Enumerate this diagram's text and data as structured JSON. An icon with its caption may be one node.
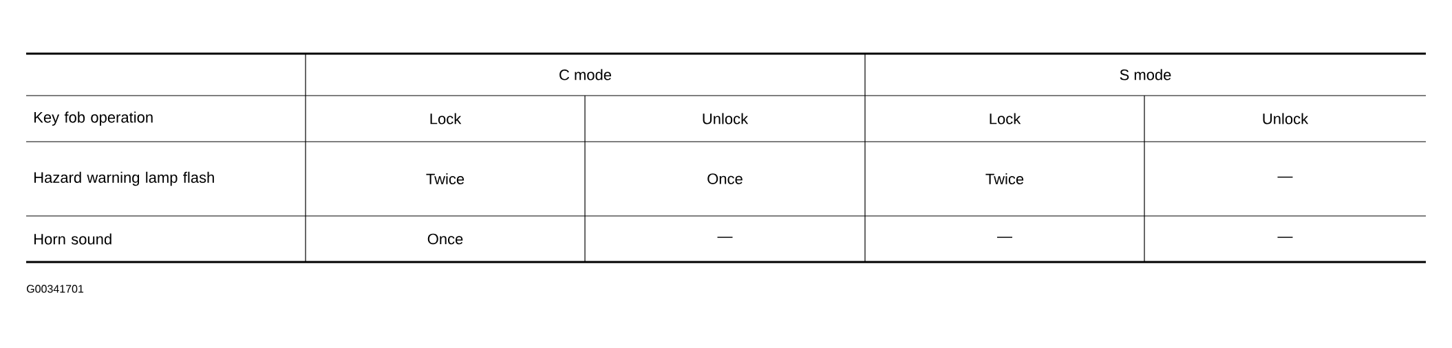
{
  "diagram": {
    "labels": [
      "C mode",
      "S mode",
      "Key fob operation",
      "Lock",
      "Unlock",
      "Lock",
      "Unlock",
      "Hazard warning lamp flash",
      "Twice",
      "Once",
      "Twice",
      "—",
      "Horn sound",
      "Once",
      "—",
      "—",
      "—",
      "G00341701"
    ]
  }
}
